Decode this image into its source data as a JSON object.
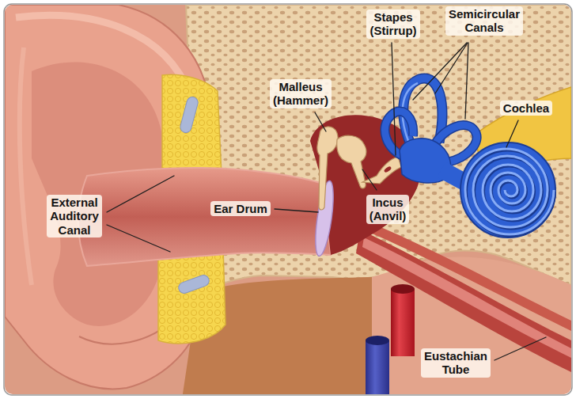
{
  "diagram": {
    "labels": [
      "Stapes (Stirrup)",
      "Semicircular Canals",
      "Malleus (Hammer)",
      "Cochlea",
      "Ear Drum",
      "Incus (Anvil)",
      "External Auditory Canal",
      "Eustachian Tube"
    ]
  }
}
